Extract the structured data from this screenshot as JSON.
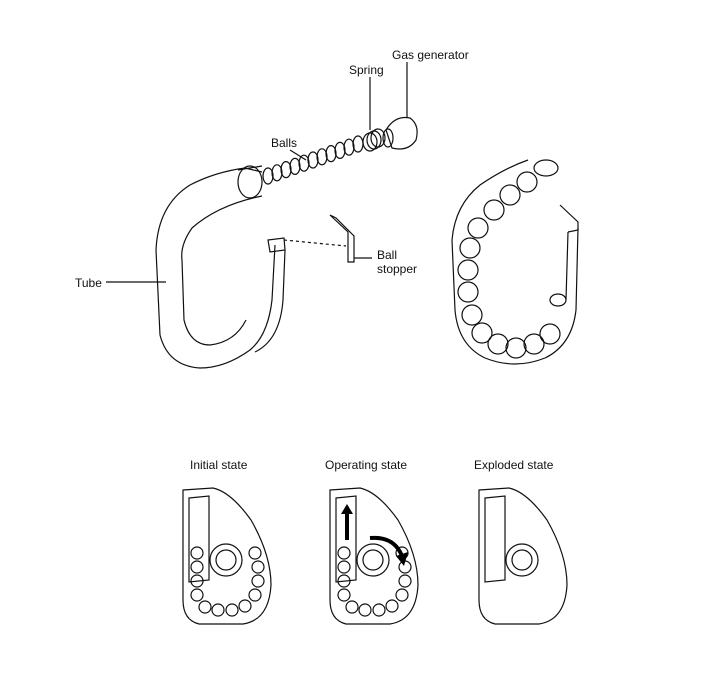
{
  "labels": {
    "gas_generator": "Gas generator",
    "spring": "Spring",
    "balls": "Balls",
    "ball_stopper_1": "Ball",
    "ball_stopper_2": "stopper",
    "tube": "Tube"
  },
  "states": {
    "initial": "Initial state",
    "operating": "Operating state",
    "exploded": "Exploded state"
  }
}
